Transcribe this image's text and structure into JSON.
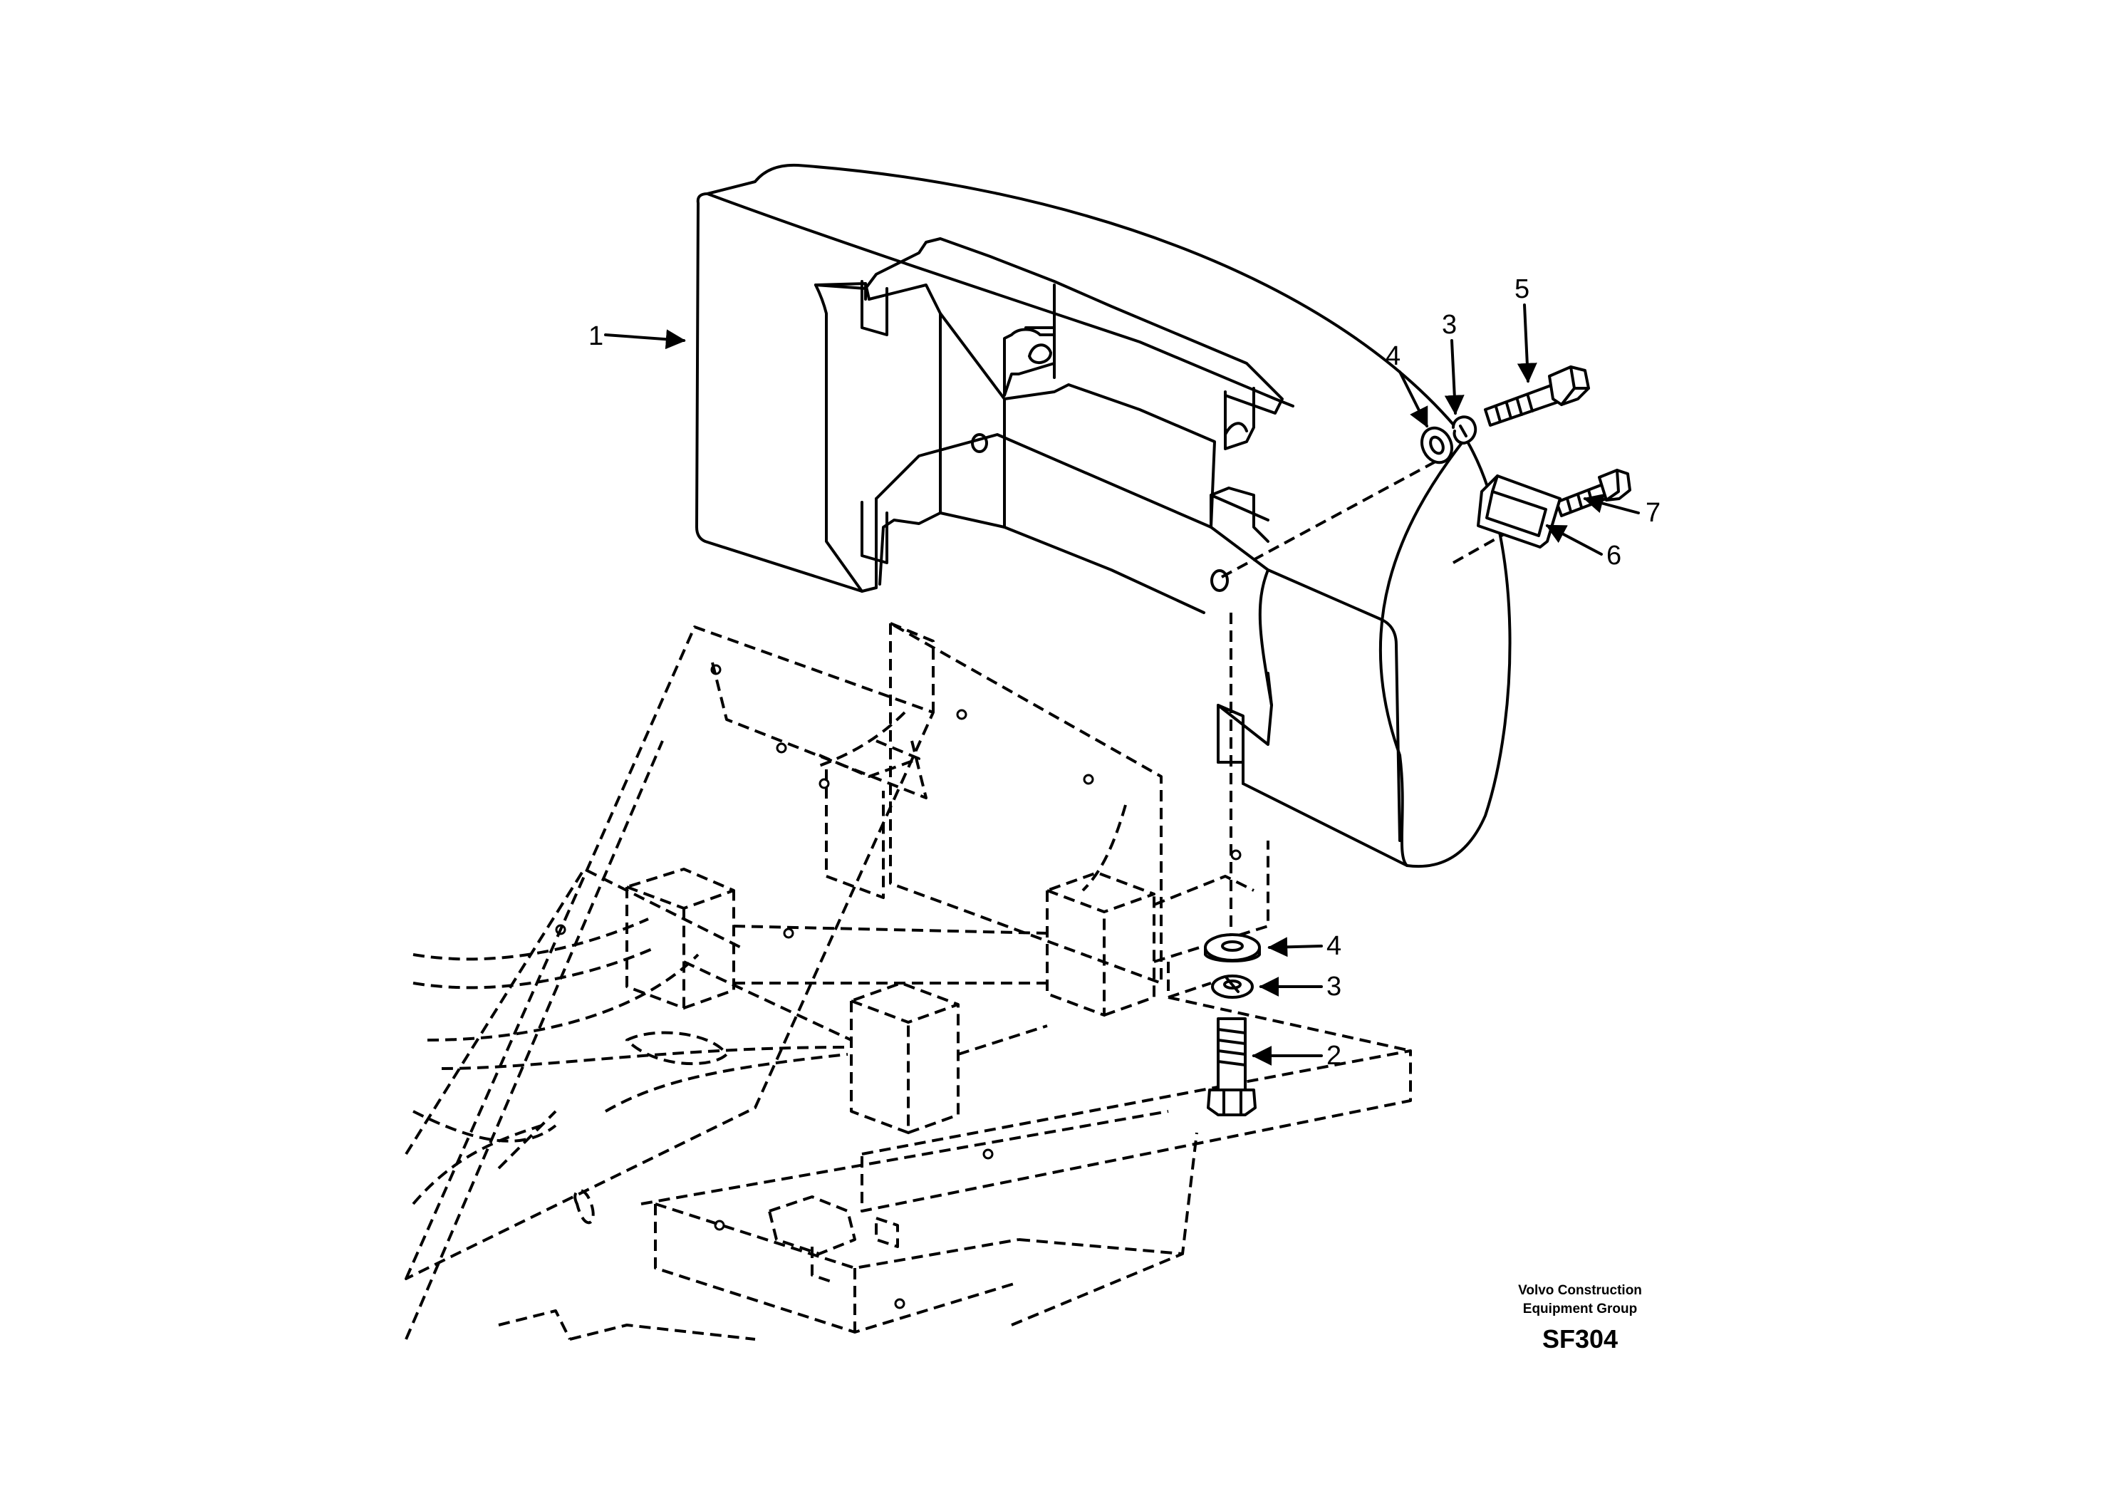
{
  "callouts": {
    "counterweight": "1",
    "bolt_bottom": "2",
    "lock_washer_bottom": "3",
    "washer_bottom": "4",
    "lock_washer_top": "3",
    "washer_top": "4",
    "bolt_top": "5",
    "cover_plate": "6",
    "screw": "7"
  },
  "footer": {
    "company_line1": "Volvo Construction",
    "company_line2": "Equipment Group",
    "drawing_code": "SF304"
  }
}
